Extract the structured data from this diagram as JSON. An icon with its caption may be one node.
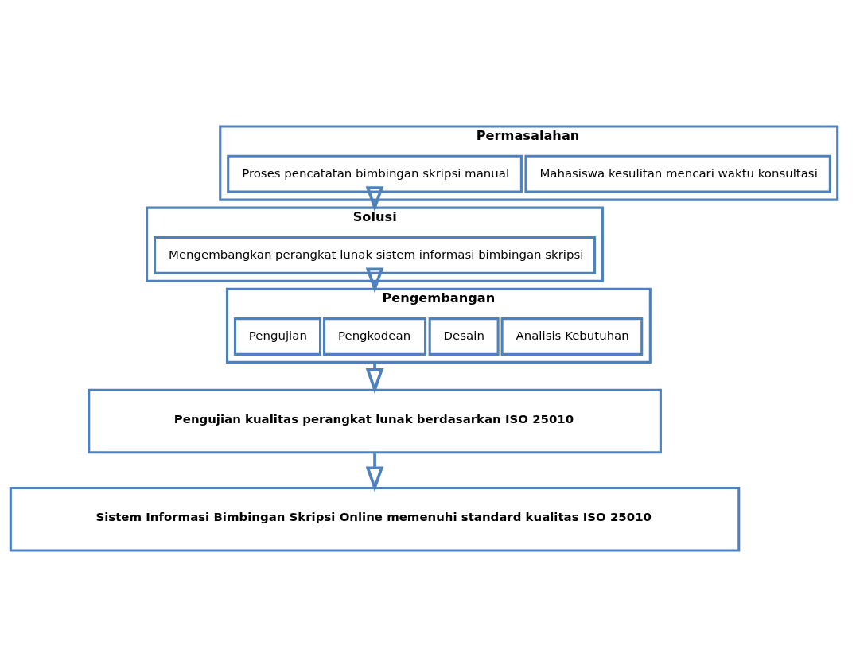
{
  "diagram": {
    "nodes": [
      {
        "text": [
          "Permasalahan"
        ]
      },
      {
        "text": [
          "Mahasiswa kesulitan mencari waktu konsultasi"
        ],
        "in": 0
      },
      {
        "text": [
          "Proses pencatatan bimbingan skripsi manual"
        ],
        "in": 0
      },
      {
        "text": [
          "Solusi"
        ]
      },
      {
        "text": [
          "Mengembangkan perangkat lunak sistem informasi bimbingan skripsi"
        ],
        "in": 3
      },
      {
        "text": [
          "Pengembangan"
        ]
      },
      {
        "text": [
          "Analisis Kebutuhan"
        ],
        "in": 5
      },
      {
        "text": [
          "Desain"
        ],
        "in": 5
      },
      {
        "text": [
          "Pengkodean"
        ],
        "in": 5
      },
      {
        "text": [
          "Pengujian"
        ],
        "in": 5
      },
      {
        "text": [
          "Pengujian kualitas perangkat lunak berdasarkan ISO 25010"
        ]
      },
      {
        "text": [
          "Sistem Informasi Bimbingan Skripsi Online memenuhi standard kualitas ISO 25010"
        ]
      }
    ],
    "edges": [
      {
        "from": 0,
        "to": 3,
        "arrow": "to"
      },
      {
        "from": 3,
        "to": 5,
        "arrow": "to"
      },
      {
        "from": 5,
        "to": 10,
        "arrow": "to"
      },
      {
        "from": 10,
        "to": 11,
        "arrow": "to"
      }
    ]
  }
}
